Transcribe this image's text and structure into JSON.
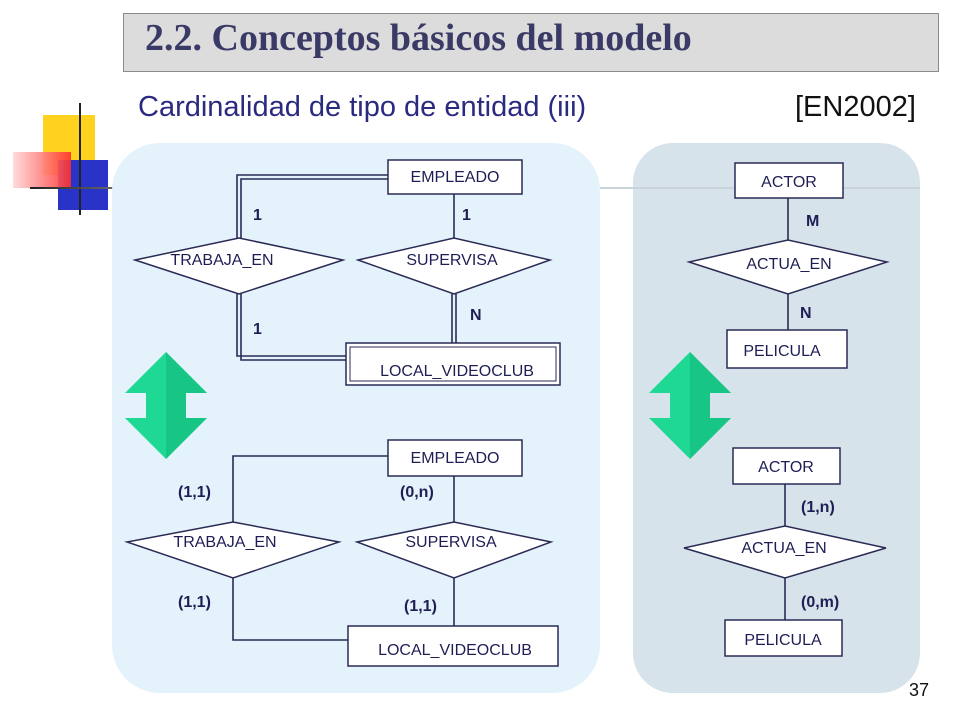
{
  "slide": {
    "title": "2.2. Conceptos básicos del modelo",
    "subtitle": "Cardinalidad de tipo de entidad (iii)",
    "reference": "[EN2002]",
    "page_number": "37"
  },
  "left_top": {
    "entity_empleado": "EMPLEADO",
    "entity_local": "LOCAL_VIDEOCLUB",
    "rel_trabaja": "TRABAJA_EN",
    "rel_supervisa": "SUPERVISA",
    "card_trabaja_top": "1",
    "card_supervisa_top": "1",
    "card_trabaja_bottom": "1",
    "card_supervisa_bottom": "N"
  },
  "left_bottom": {
    "entity_empleado": "EMPLEADO",
    "entity_local": "LOCAL_VIDEOCLUB",
    "rel_trabaja": "TRABAJA_EN",
    "rel_supervisa": "SUPERVISA",
    "card_trabaja_top": "(1,1)",
    "card_supervisa_top": "(0,n)",
    "card_trabaja_bottom": "(1,1)",
    "card_supervisa_bottom": "(1,1)"
  },
  "right_top": {
    "entity_actor": "ACTOR",
    "rel_actua": "ACTUA_EN",
    "entity_pelicula": "PELICULA",
    "card_top": "M",
    "card_bottom": "N"
  },
  "right_bottom": {
    "entity_actor": "ACTOR",
    "rel_actua": "ACTUA_EN",
    "entity_pelicula": "PELICULA",
    "card_top": "(1,n)",
    "card_bottom": "(0,m)"
  },
  "colors": {
    "left_panel": "#e4f2fb",
    "right_panel": "#d6e3ea",
    "arrow": "#1ed893",
    "deco_yellow": "#ffd21f",
    "deco_red": "#ff3b3b",
    "deco_blue": "#2a33c8"
  }
}
